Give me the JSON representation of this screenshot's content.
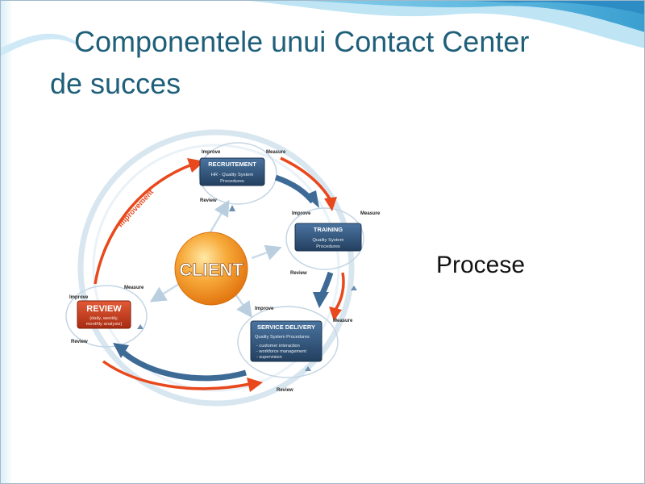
{
  "slide": {
    "title_line_1": "Componentele unui Contact Center",
    "title_line_2": "de succes",
    "side_label": "Procese"
  },
  "diagram": {
    "center": "CLIENT",
    "improvement_label": "Improvement",
    "nodes": {
      "recruitement": {
        "title": "RECRUITEMENT",
        "lines": [
          "HR - Quality System",
          "Procedures"
        ],
        "improve": "Improve",
        "measure": "Measure",
        "review": "Review"
      },
      "training": {
        "title": "TRAINING",
        "lines": [
          "Quality System",
          "Procedures"
        ],
        "improve": "Improve",
        "measure": "Measure",
        "review": "Review"
      },
      "service_delivery": {
        "title": "SERVICE DELIVERY",
        "lines": [
          "Quality System Procedures",
          "- customer interaction",
          "- workforce management",
          "- supervision"
        ],
        "improve": "Improve",
        "measure": "Measure",
        "review": "Review"
      },
      "review": {
        "title": "REVIEW",
        "lines": [
          "(daily, weekly,",
          "monthly analysis)"
        ],
        "improve": "Improve",
        "measure": "Measure",
        "review": "Review"
      }
    }
  },
  "colors": {
    "title": "#1f5f7a",
    "box_blue": "#2f5377",
    "box_red": "#c0391c",
    "orange_arrow": "#e8481c",
    "client_orange": "#f08a12"
  }
}
